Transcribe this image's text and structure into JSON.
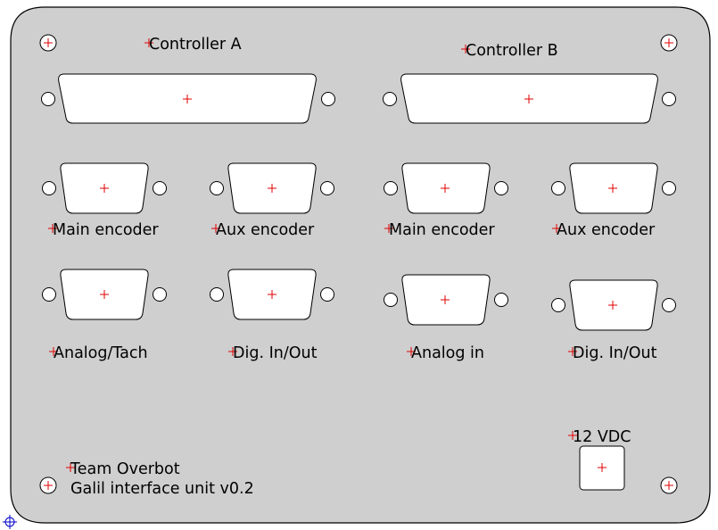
{
  "colors": {
    "panel_fill": "#cfcfcf",
    "outline": "#000000",
    "connector_fill": "#ffffff",
    "center_mark": "#e00000",
    "origin_mark": "#0000cc"
  },
  "panel": {
    "controller_a": {
      "title": "Controller A",
      "main_encoder": "Main encoder",
      "aux_encoder": "Aux encoder",
      "analog": "Analog/Tach",
      "digital": "Dig. In/Out"
    },
    "controller_b": {
      "title": "Controller B",
      "main_encoder": "Main encoder",
      "aux_encoder": "Aux encoder",
      "analog": "Analog in",
      "digital": "Dig. In/Out"
    },
    "power": {
      "label": "12 VDC"
    },
    "footer": {
      "team": "Team Overbot",
      "unit": "Galil interface unit v0.2"
    },
    "icons": {
      "mounting_hole": "mounting-hole-icon",
      "connector_center": "red-plus-marker",
      "origin": "origin-crosshair-icon"
    }
  }
}
